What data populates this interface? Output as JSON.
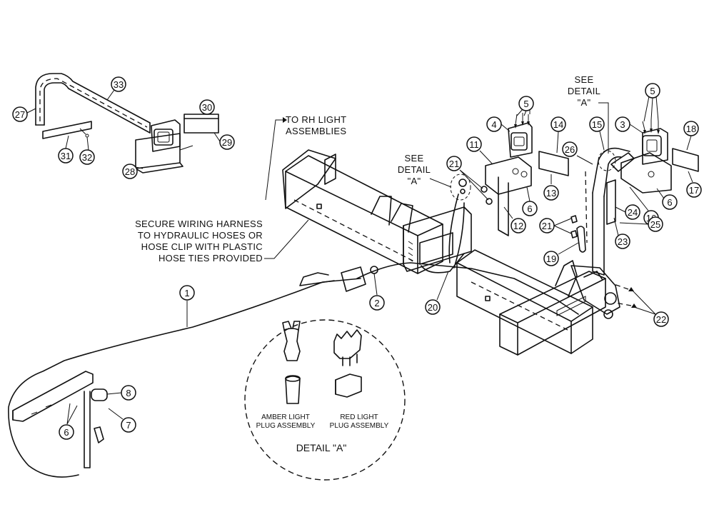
{
  "callouts": [
    "1",
    "2",
    "3",
    "4",
    "5",
    "5",
    "6",
    "6",
    "6",
    "7",
    "8",
    "11",
    "12",
    "13",
    "14",
    "15",
    "16",
    "17",
    "18",
    "19",
    "20",
    "21",
    "21",
    "22",
    "23",
    "24",
    "25",
    "26",
    "27",
    "28",
    "29",
    "30",
    "31",
    "32",
    "33"
  ],
  "notes": {
    "rh_light": [
      "TO RH LIGHT",
      "ASSEMBLIES"
    ],
    "see_detail_center": [
      "SEE",
      "DETAIL",
      "\"A\""
    ],
    "see_detail_right": [
      "SEE",
      "DETAIL",
      "\"A\""
    ],
    "wiring": [
      "SECURE WIRING HARNESS",
      "TO HYDRAULIC HOSES OR",
      "HOSE CLIP WITH PLASTIC",
      "HOSE TIES PROVIDED"
    ]
  },
  "detail": {
    "title": "DETAIL \"A\"",
    "amber": [
      "AMBER LIGHT",
      "PLUG ASSEMBLY"
    ],
    "red": [
      "RED LIGHT",
      "PLUG ASSEMBLY"
    ]
  }
}
